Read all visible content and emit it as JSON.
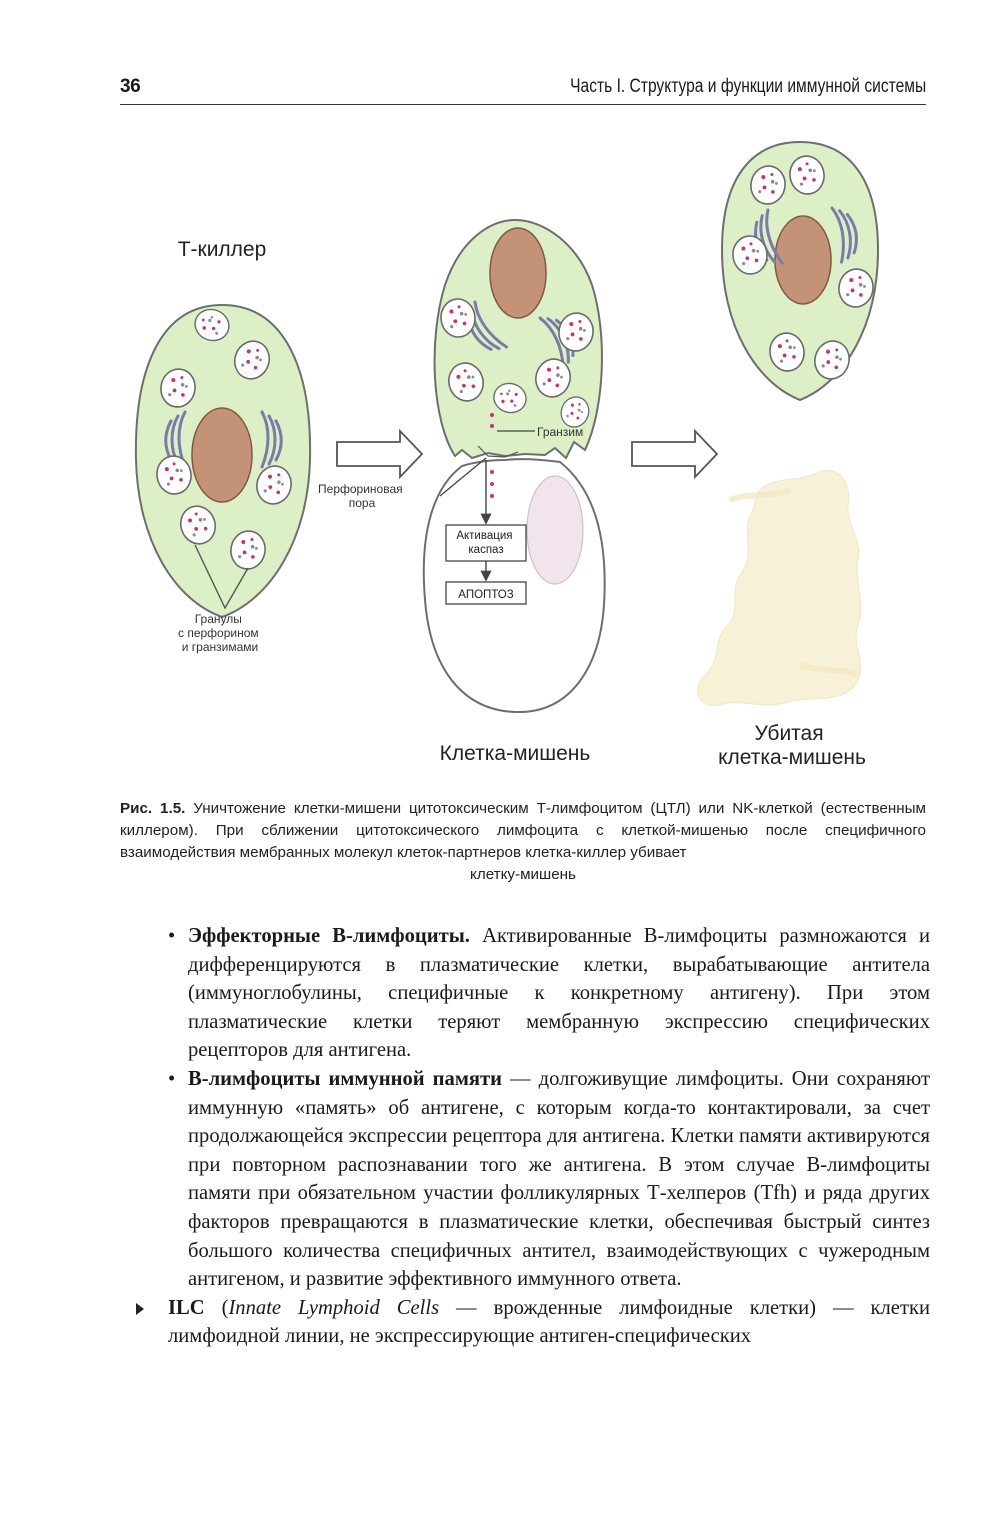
{
  "header": {
    "page_number": "36",
    "chapter": "Часть I. Структура и функции иммунной системы"
  },
  "figure": {
    "label_killer": "Т-киллер",
    "label_granules": [
      "Гранулы",
      "с перфорином",
      "и гранзимами"
    ],
    "label_granzyme": "Гранзим",
    "label_pore": [
      "Перфориновая",
      "пора"
    ],
    "box_activation": [
      "Активация",
      "каспаз"
    ],
    "box_apoptosis": "АПОПТОЗ",
    "label_target": "Клетка-мишень",
    "label_killed": [
      "Убитая",
      "клетка-мишень"
    ],
    "colors": {
      "cytoplasm": "#dcefc6",
      "nucleus": "#c49277",
      "golgi": "#7c7aa6",
      "granule_dot": "#c8336e",
      "target_nucleus": "#f1e4ec",
      "debris": "#f7f0d4"
    }
  },
  "caption": {
    "label": "Рис. 1.5.",
    "text": "Уничтожение клетки-мишени цитотоксическим Т-лимфоцитом (ЦТЛ) или NK-клеткой (естественным киллером). При сближении цитотоксического лимфоцита с клеткой-мишенью после специфичного взаимодействия мембранных молекул клеток-партнеров клетка-киллер убивает",
    "last_line": "клетку-мишень"
  },
  "body": {
    "item1": {
      "term": "Эффекторные B-лимфоциты.",
      "text": " Активированные B-лимфоциты размножаются и дифференцируются в плазматические клетки, вырабатывающие антитела (иммуноглобулины, специфичные к конкретному антигену). При этом плазматические клетки теряют мембранную экспрессию специфических рецепторов для антигена."
    },
    "item2": {
      "term": "B-лимфоциты иммунной памяти",
      "text": " — долгоживущие лимфоциты. Они сохраняют иммунную «память» об антигене, с которым когда-то контактировали, за счет продолжающейся экспрессии рецептора для антигена. Клетки памяти активируются при повторном распознавании того же антигена. В этом случае B-лимфоциты памяти при обязательном участии фолликулярных Т-хелперов (Tfh)  и ряда других факторов превращаются в плазматические клетки, обеспечивая быстрый синтез большого количества специфичных антител, взаимодействующих с чужеродным антигеном, и развитие эффективного иммунного ответа."
    },
    "item3": {
      "term": "ILC",
      "open": " (",
      "latin": "Innate Lymphoid Cells",
      "text": " — врожденные лимфоидные клетки)  — клетки лимфоидной линии, не экспрессирующие антиген-специфических"
    }
  }
}
